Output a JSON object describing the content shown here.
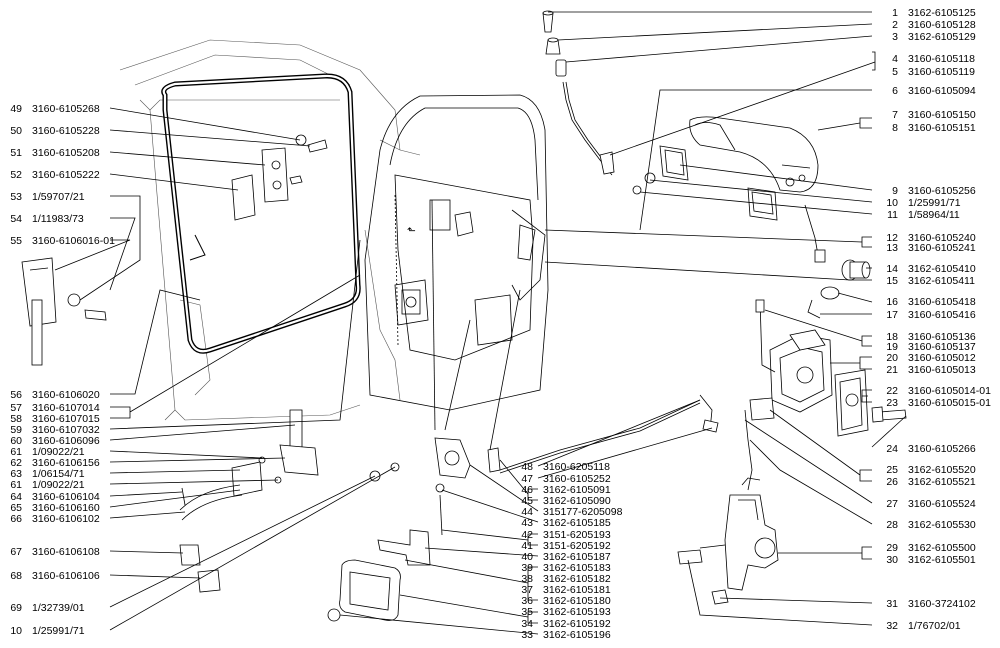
{
  "callouts_right": [
    {
      "num": "1",
      "code": "3162-6105125"
    },
    {
      "num": "2",
      "code": "3160-6105128"
    },
    {
      "num": "3",
      "code": "3162-6105129"
    },
    {
      "num": "4",
      "code": "3160-6105118"
    },
    {
      "num": "5",
      "code": "3160-6105119"
    },
    {
      "num": "6",
      "code": "3160-6105094"
    },
    {
      "num": "7",
      "code": "3160-6105150"
    },
    {
      "num": "8",
      "code": "3160-6105151"
    },
    {
      "num": "9",
      "code": "3160-6105256"
    },
    {
      "num": "10",
      "code": "1/25991/71"
    },
    {
      "num": "11",
      "code": "1/58964/11"
    },
    {
      "num": "12",
      "code": "3160-6105240"
    },
    {
      "num": "13",
      "code": "3160-6105241"
    },
    {
      "num": "14",
      "code": "3162-6105410"
    },
    {
      "num": "15",
      "code": "3162-6105411"
    },
    {
      "num": "16",
      "code": "3160-6105418"
    },
    {
      "num": "17",
      "code": "3160-6105416"
    },
    {
      "num": "18",
      "code": "3160-6105136"
    },
    {
      "num": "19",
      "code": "3160-6105137"
    },
    {
      "num": "20",
      "code": "3160-6105012"
    },
    {
      "num": "21",
      "code": "3160-6105013"
    },
    {
      "num": "22",
      "code": "3160-6105014-01"
    },
    {
      "num": "23",
      "code": "3160-6105015-01"
    },
    {
      "num": "24",
      "code": "3160-6105266"
    },
    {
      "num": "25",
      "code": "3162-6105520"
    },
    {
      "num": "26",
      "code": "3162-6105521"
    },
    {
      "num": "27",
      "code": "3160-6105524"
    },
    {
      "num": "28",
      "code": "3162-6105530"
    },
    {
      "num": "29",
      "code": "3162-6105500"
    },
    {
      "num": "30",
      "code": "3162-6105501"
    },
    {
      "num": "31",
      "code": "3160-3724102"
    },
    {
      "num": "32",
      "code": "1/76702/01"
    }
  ],
  "callouts_center": [
    {
      "num": "48",
      "code": "3160-6205118"
    },
    {
      "num": "47",
      "code": "3160-6105252"
    },
    {
      "num": "46",
      "code": "3162-6105091"
    },
    {
      "num": "45",
      "code": "3162-6105090"
    },
    {
      "num": "44",
      "code": "315177-6205098"
    },
    {
      "num": "43",
      "code": "3162-6105185"
    },
    {
      "num": "42",
      "code": "3151-6205193"
    },
    {
      "num": "41",
      "code": "3151-6205192"
    },
    {
      "num": "40",
      "code": "3162-6105187"
    },
    {
      "num": "39",
      "code": "3162-6105183"
    },
    {
      "num": "38",
      "code": "3162-6105182"
    },
    {
      "num": "37",
      "code": "3162-6105181"
    },
    {
      "num": "36",
      "code": "3162-6105180"
    },
    {
      "num": "35",
      "code": "3162-6105193"
    },
    {
      "num": "34",
      "code": "3162-6105192"
    },
    {
      "num": "33",
      "code": "3162-6105196"
    }
  ],
  "callouts_left_top": [
    {
      "num": "49",
      "code": "3160-6105268"
    },
    {
      "num": "50",
      "code": "3160-6105228"
    },
    {
      "num": "51",
      "code": "3160-6105208"
    },
    {
      "num": "52",
      "code": "3160-6105222"
    },
    {
      "num": "53",
      "code": "1/59707/21"
    },
    {
      "num": "54",
      "code": "1/11983/73"
    },
    {
      "num": "55",
      "code": "3160-6106016-01"
    }
  ],
  "callouts_left_bottom": [
    {
      "num": "56",
      "code": "3160-6106020"
    },
    {
      "num": "57",
      "code": "3160-6107014"
    },
    {
      "num": "58",
      "code": "3160-6107015"
    },
    {
      "num": "59",
      "code": "3160-6107032"
    },
    {
      "num": "60",
      "code": "3160-6106096"
    },
    {
      "num": "61",
      "code": "1/09022/21"
    },
    {
      "num": "62",
      "code": "3160-6106156"
    },
    {
      "num": "63",
      "code": "1/06154/71"
    },
    {
      "num": "61",
      "code": "1/09022/21"
    },
    {
      "num": "64",
      "code": "3160-6106104"
    },
    {
      "num": "65",
      "code": "3160-6106160"
    },
    {
      "num": "66",
      "code": "3160-6106102"
    },
    {
      "num": "67",
      "code": "3160-6106108"
    },
    {
      "num": "68",
      "code": "3160-6106106"
    },
    {
      "num": "69",
      "code": "1/32739/01"
    },
    {
      "num": "10",
      "code": "1/25991/71"
    }
  ]
}
